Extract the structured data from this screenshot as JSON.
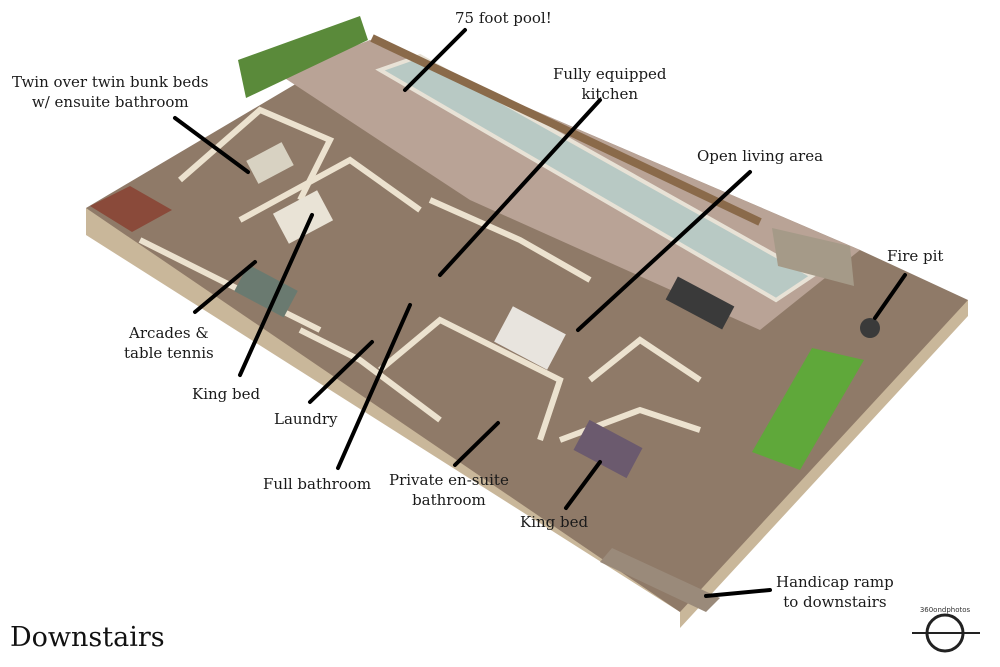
{
  "title": "Downstairs",
  "watermark_text": "360ondphotos",
  "colors": {
    "floor_tile": "#8f7a68",
    "wall_top": "#ece2cf",
    "wall_side": "#c9b79a",
    "pool_water": "#b8c9c4",
    "lawn": "#5fa83a",
    "deck": "#b9a396",
    "leader_line": "#000000"
  },
  "callouts": [
    {
      "id": "pool",
      "lines": [
        "75 foot pool!"
      ]
    },
    {
      "id": "bunk",
      "lines": [
        "Twin over twin bunk beds",
        "w/ ensuite bathroom"
      ]
    },
    {
      "id": "kitchen",
      "lines": [
        "Fully equipped",
        "kitchen"
      ]
    },
    {
      "id": "living",
      "lines": [
        "Open living area"
      ]
    },
    {
      "id": "firepit",
      "lines": [
        "Fire pit"
      ]
    },
    {
      "id": "arcades",
      "lines": [
        "Arcades &",
        "table tennis"
      ]
    },
    {
      "id": "king1",
      "lines": [
        "King bed"
      ]
    },
    {
      "id": "laundry",
      "lines": [
        "Laundry"
      ]
    },
    {
      "id": "fullbath",
      "lines": [
        "Full bathroom"
      ]
    },
    {
      "id": "ensuite",
      "lines": [
        "Private en-suite",
        "bathroom"
      ]
    },
    {
      "id": "king2",
      "lines": [
        "King bed"
      ]
    },
    {
      "id": "ramp",
      "lines": [
        "Handicap ramp",
        "to downstairs"
      ]
    }
  ]
}
